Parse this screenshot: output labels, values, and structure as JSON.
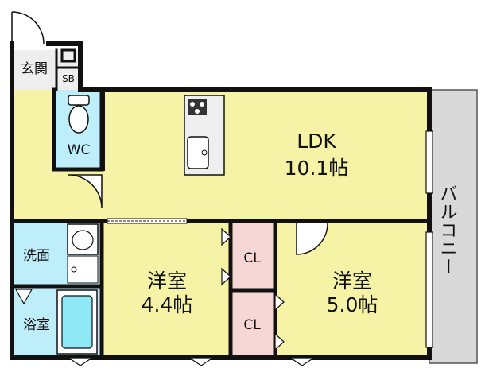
{
  "rooms": {
    "genkan": "玄関",
    "sb": "SB",
    "wc": "WC",
    "ldk_name": "LDK",
    "ldk_size": "10.1帖",
    "senmen": "洗面",
    "yokushitsu": "浴室",
    "yoshitsu_a_name": "洋室",
    "yoshitsu_a_size": "4.4帖",
    "yoshitsu_b_name": "洋室",
    "yoshitsu_b_size": "5.0帖",
    "closet_top": "CL",
    "closet_bottom": "CL",
    "balcony": "バルコニー"
  },
  "colors": {
    "wall": "#111111",
    "living": "#f7f3a6",
    "wet": "#bfeefb",
    "closet": "#f7d6d6",
    "entrance": "#eeeeee",
    "balcony": "#d9d9d9",
    "bath_tub": "#8fe8f6"
  }
}
